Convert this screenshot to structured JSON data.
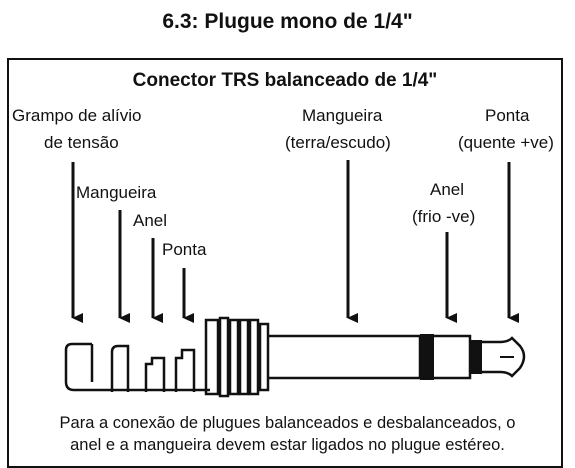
{
  "title": "6.3: Plugue mono de 1/4\"",
  "diagram": {
    "box_title": "Conector TRS balanceado de 1/4\"",
    "labels": {
      "grampo_line1": "Grampo de alívio",
      "grampo_line2": "de tensão",
      "mangueira_left": "Mangueira",
      "anel_left": "Anel",
      "ponta_left": "Ponta",
      "mangueira_right_line1": "Mangueira",
      "mangueira_right_line2": "(terra/escudo)",
      "anel_right_line1": "Anel",
      "anel_right_line2": "(frio -ve)",
      "ponta_right_line1": "Ponta",
      "ponta_right_line2": "(quente +ve)"
    },
    "caption_line1": "Para a conexão de plugues balanceados e desbalanceados, o",
    "caption_line2": "anel e a mangueira devem estar ligados no plugue estéreo."
  }
}
